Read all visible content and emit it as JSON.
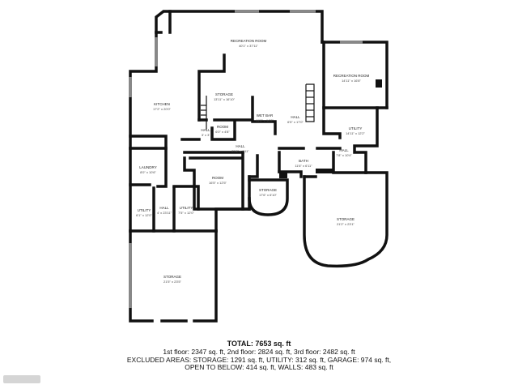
{
  "rooms": [
    {
      "id": "recreation-room-1",
      "label": "RECREATION ROOM",
      "dims": "40'1\" x 37'11\""
    },
    {
      "id": "recreation-room-2",
      "label": "RECREATION ROOM",
      "dims": "14'11\" x 16'8\""
    },
    {
      "id": "storage-top",
      "label": "STORAGE",
      "dims": "13'11\" x 16'10\""
    },
    {
      "id": "kitchen",
      "label": "KITCHEN",
      "dims": "17'2\" x 20'0\""
    },
    {
      "id": "wet-bar",
      "label": "WET BAR",
      "dims": "11'0\" x 14'0\""
    },
    {
      "id": "hall-center",
      "label": "HALL",
      "dims": "6'5\" x 17'0\""
    },
    {
      "id": "utility-right",
      "label": "UTILITY",
      "dims": "14'11\" x 12'2\""
    },
    {
      "id": "hall-small",
      "label": "HALL",
      "dims": "3' x 3'"
    },
    {
      "id": "room-small",
      "label": "ROOM",
      "dims": "6'0\" x 4'8\""
    },
    {
      "id": "hall-long",
      "label": "HALL",
      "dims": "25'8\" x 9'11\""
    },
    {
      "id": "hall-right",
      "label": "HALL",
      "dims": "7'8\" x 10'4\""
    },
    {
      "id": "laundry",
      "label": "LAUNDRY",
      "dims": "8'0\" x 10'6\""
    },
    {
      "id": "room-mid",
      "label": "ROOM",
      "dims": "16'5\" x 12'5\""
    },
    {
      "id": "bath",
      "label": "BATH",
      "dims": "11'6\" x 6'11\""
    },
    {
      "id": "storage-round",
      "label": "STORAGE",
      "dims": "17'6\" x 6'10\""
    },
    {
      "id": "utility-left",
      "label": "UTILITY",
      "dims": "6'1\" x 12'0\""
    },
    {
      "id": "hall-left",
      "label": "HALL",
      "dims": "4' x 23'11\""
    },
    {
      "id": "utility-mid",
      "label": "UTILITY",
      "dims": "7'5\" x 12'0\""
    },
    {
      "id": "storage-right",
      "label": "STORAGE",
      "dims": "21'2\" x 23'1\""
    },
    {
      "id": "storage-bottom",
      "label": "STORAGE",
      "dims": "21'5\" x 23'5\""
    }
  ],
  "summary": {
    "total": "TOTAL: 7653 sq. ft",
    "line1": "1st floor: 2347 sq. ft, 2nd floor: 2824 sq. ft, 3rd floor: 2482 sq. ft",
    "line2": "EXCLUDED AREAS: STORAGE: 1291 sq. ft, UTILITY: 312 sq. ft, GARAGE: 974 sq. ft,",
    "line3": "OPEN TO BELOW: 414 sq. ft, WALLS: 483 sq. ft"
  }
}
